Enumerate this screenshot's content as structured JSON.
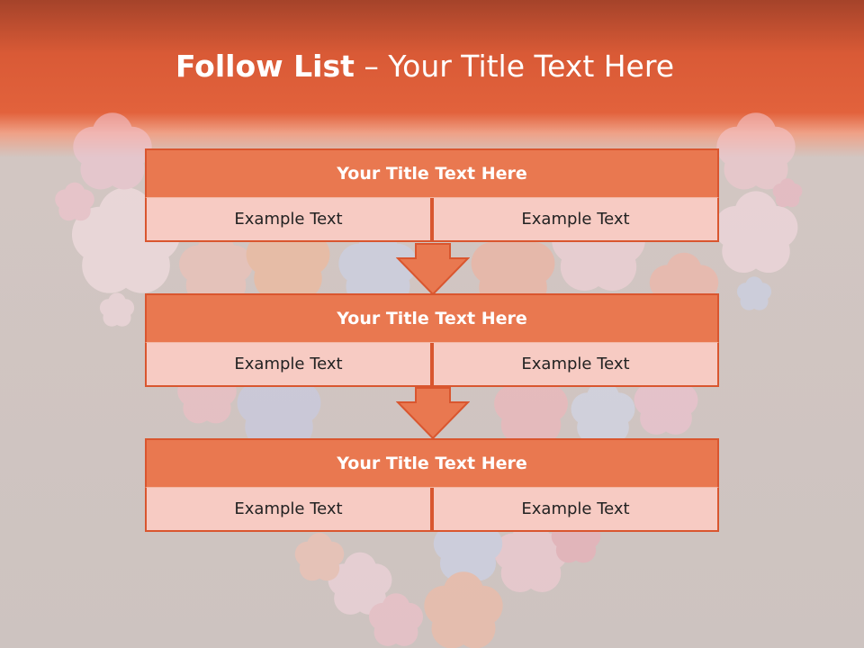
{
  "slide": {
    "title_bold": "Follow List",
    "title_rest": "– Your Title Text Here"
  },
  "steps": [
    {
      "title": "Your Title Text Here",
      "left": "Example Text",
      "right": "Example Text"
    },
    {
      "title": "Your Title Text Here",
      "left": "Example Text",
      "right": "Example Text"
    },
    {
      "title": "Your Title Text Here",
      "left": "Example Text",
      "right": "Example Text"
    }
  ],
  "colors": {
    "header": "#e2623c",
    "accent": "#e97850",
    "border": "#d9562f",
    "cell": "#f7cbc3",
    "background": "#cdc3c0"
  }
}
